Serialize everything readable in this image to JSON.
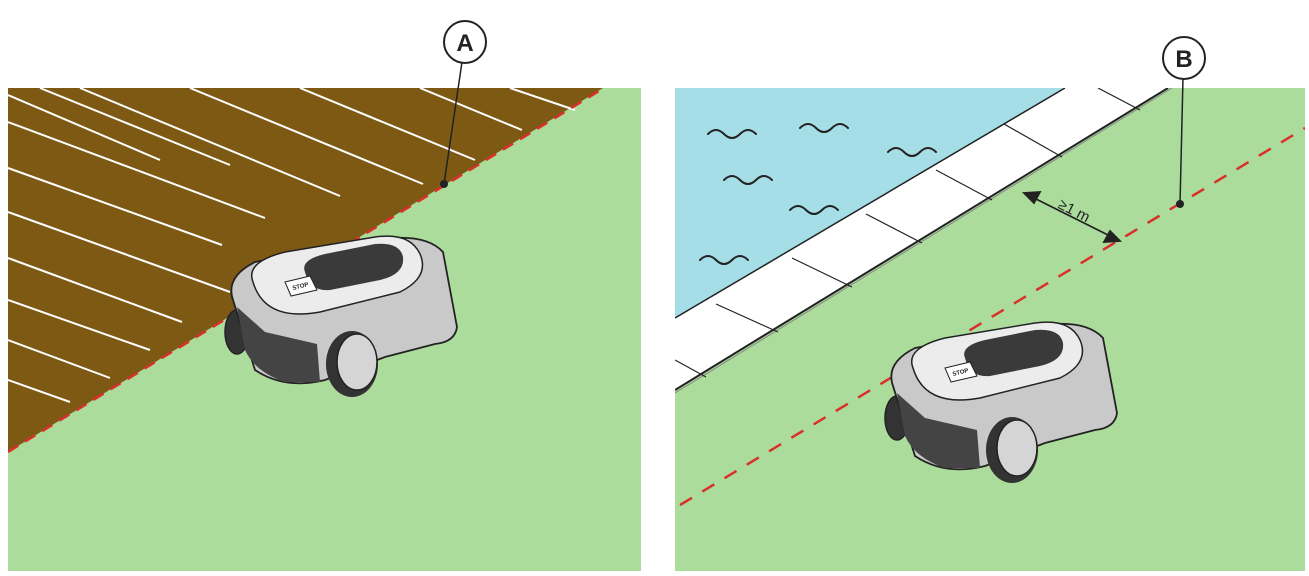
{
  "colors": {
    "lawn": "#acdc9c",
    "deck": "#7d5914",
    "deck_lines": "#ffffff",
    "water": "#a5dee7",
    "paving": "#ffffff",
    "boundary_wire": "#d9302a",
    "mower_body": "#c9c9c9",
    "mower_dark": "#333333",
    "outline": "#222222"
  },
  "icons": {
    "ripple": "water-wave-icon",
    "arrow": "double-arrow-icon",
    "mower": "robotic-mower-icon"
  },
  "panel_a": {
    "callout_label": "A",
    "surface": "wooden-deck",
    "mower_button_label": "STOP"
  },
  "panel_b": {
    "callout_label": "B",
    "surface": "swimming-pool",
    "distance_label": "≥1 m",
    "mower_button_label": "STOP"
  }
}
